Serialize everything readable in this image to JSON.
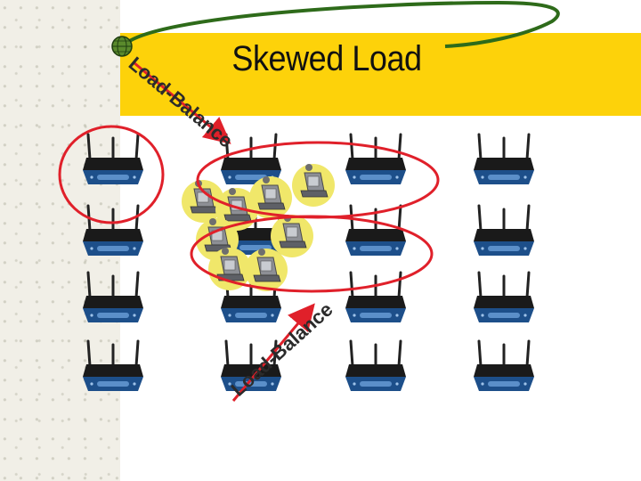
{
  "slide": {
    "title": "Skewed Load",
    "arrow_top_label": "Load-Balance",
    "arrow_bottom_label": "Load-Balance"
  },
  "colors": {
    "band": "#fdd20a",
    "ellipse": "#e0202a",
    "arrow": "#e0202a",
    "curve": "#2e6b1a",
    "router_body": "#1d4f8a",
    "client_halo": "#f0e76a"
  },
  "icons": {
    "router": "wireless-router-icon",
    "client": "laptop-user-icon",
    "globe": "globe-icon"
  },
  "grid": {
    "rows": 4,
    "columns": 4
  }
}
